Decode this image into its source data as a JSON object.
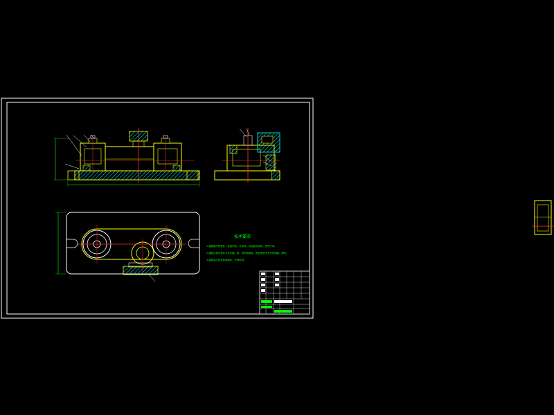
{
  "drawing": {
    "technical_requirements": {
      "title": "技术要求",
      "lines": [
        "1.装配前所有零件（包括外购、外协件）均应除去毛刺、清洗干净。",
        "2.装配过程中零件不允许磕、碰、划伤和锈蚀，配合表面不允许有划痕、擦伤。",
        "3.装配后应检查各紧固件，不得松动。"
      ]
    },
    "title_block": {
      "cells": [
        "",
        "",
        "",
        "",
        "",
        "",
        "",
        "",
        "",
        ""
      ]
    },
    "colors": {
      "background": "#000000",
      "frame": "#ffffff",
      "part_outline": "#ffff00",
      "hatch": "#00ffff",
      "centerline": "#ff3333",
      "annotation": "#00ff00",
      "dimension": "#00ff00"
    }
  }
}
